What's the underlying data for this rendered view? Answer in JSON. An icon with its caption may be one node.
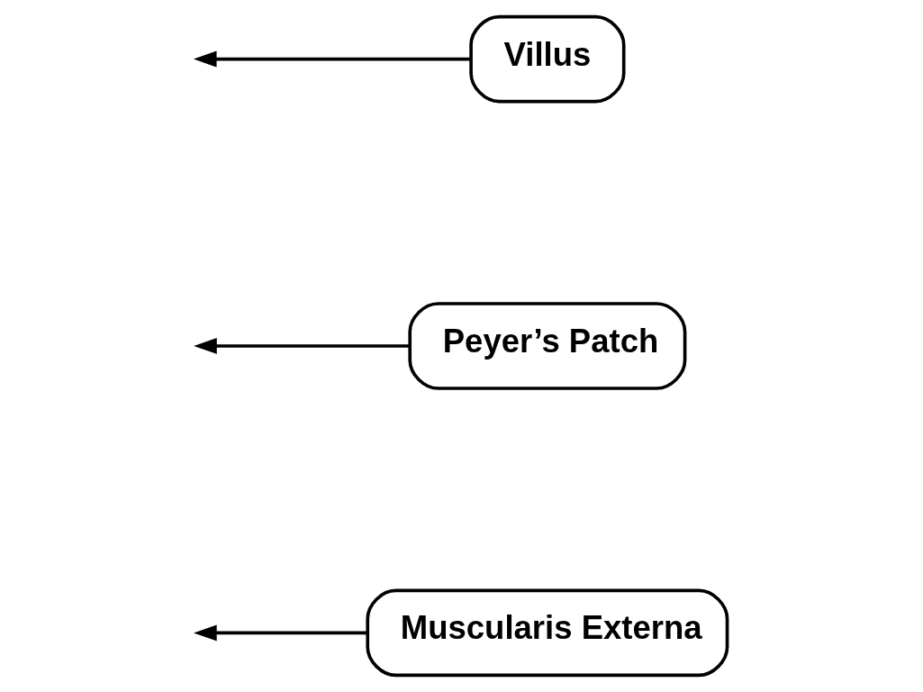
{
  "diagram": {
    "nodes": [
      {
        "text": [
          "Villus"
        ]
      },
      {
        "text": [
          "Peyer’s Patch"
        ]
      },
      {
        "text": [
          "Muscularis Externa"
        ]
      }
    ],
    "edges": [
      {
        "from": 0,
        "to": null,
        "arrow": "to"
      },
      {
        "from": 1,
        "to": null,
        "arrow": "to"
      },
      {
        "from": 2,
        "to": null,
        "arrow": "to"
      }
    ]
  }
}
